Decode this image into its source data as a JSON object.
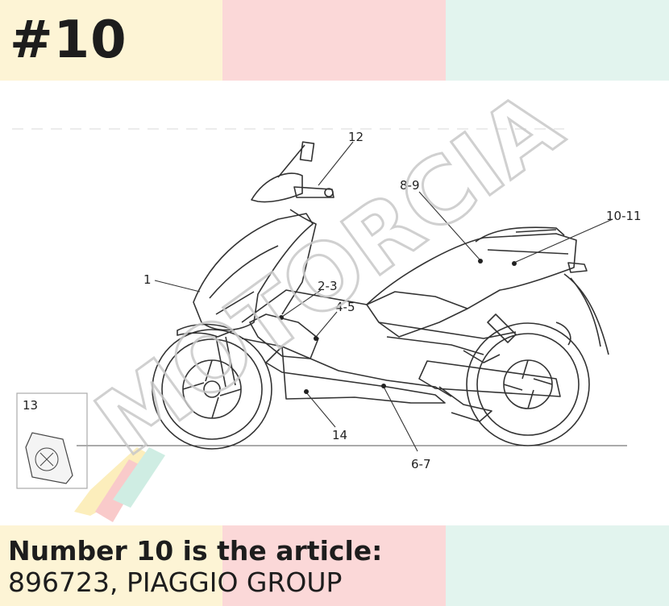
{
  "header": {
    "rank": "#10"
  },
  "colors": {
    "band_yellow": "#fdf4d5",
    "band_pink": "#fbd8d8",
    "band_mint": "#e2f4ee"
  },
  "diagram": {
    "watermark": "MOTORCIA",
    "labels": [
      "12",
      "8-9",
      "10-11",
      "1",
      "2-3",
      "4-5",
      "13",
      "14",
      "6-7"
    ]
  },
  "footer": {
    "line1": "Number 10 is the article:",
    "line2": "896723, PIAGGIO GROUP"
  }
}
